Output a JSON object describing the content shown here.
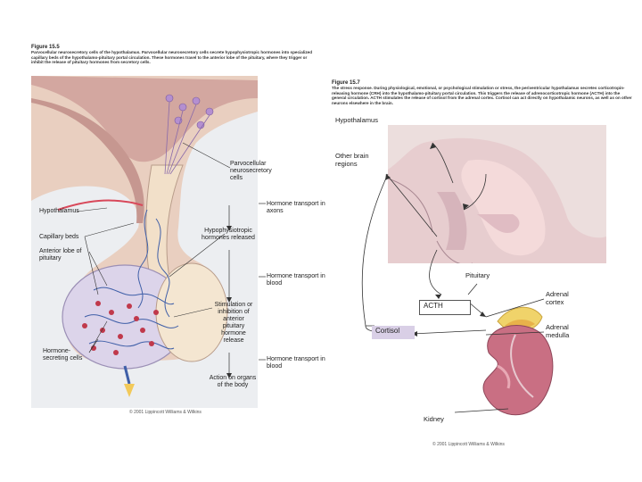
{
  "left_figure": {
    "title": "Figure 15.5",
    "caption": "Parvocellular neurosecretory cells of the hypothalamus. Parvocellular neurosecretory cells secrete hypophysiotropic hormones into specialized capillary beds of the hypothalamo-pituitary portal circulation. These hormones travel to the anterior lobe of the pituitary, where they trigger or inhibit the release of pituitary hormones from secretory cells.",
    "labels": {
      "parvocellular": "Parvocellular neurosecretory cells",
      "hypothalamus": "Hypothalamus",
      "capillary_beds": "Capillary beds",
      "anterior_lobe": "Anterior lobe of pituitary",
      "hypophysiotropic": "Hypophysiotropic hormones released",
      "stimulation": "Stimulation or inhibition of anterior pituitary hormone release",
      "hormone_secreting": "Hormone-secreting cells",
      "transport_axons": "Hormone transport in axons",
      "transport_blood_1": "Hormone transport in blood",
      "transport_blood_2": "Hormone transport in blood",
      "action_organs": "Action on organs of the body"
    },
    "copyright": "© 2001 Lippincott Williams & Wilkins"
  },
  "right_figure": {
    "title": "Figure 15.7",
    "caption": "The stress response. During physiological, emotional, or psychological stimulation or stress, the periventricular hypothalamus secretes corticotropin-releasing hormone (CRH) into the hypothalamo-pituitary portal circulation. This triggers the release of adrenocorticotropic hormone (ACTH) into the general circulation. ACTH stimulates the release of cortisol from the adrenal cortex. Cortisol can act directly on hypothalamic neurons, as well as on other neurons elsewhere in the brain.",
    "labels": {
      "hypothalamus": "Hypothalamus",
      "other_brain": "Other brain regions",
      "pituitary": "Pituitary",
      "acth": "ACTH",
      "cortisol": "Cortisol",
      "adrenal_cortex": "Adrenal cortex",
      "adrenal_medulla": "Adrenal medulla",
      "kidney": "Kidney"
    },
    "copyright": "© 2001 Lippincott Williams & Wilkins",
    "colors": {
      "acth_box": "#ffffff",
      "cortisol_box": "#d9cfe6"
    }
  }
}
